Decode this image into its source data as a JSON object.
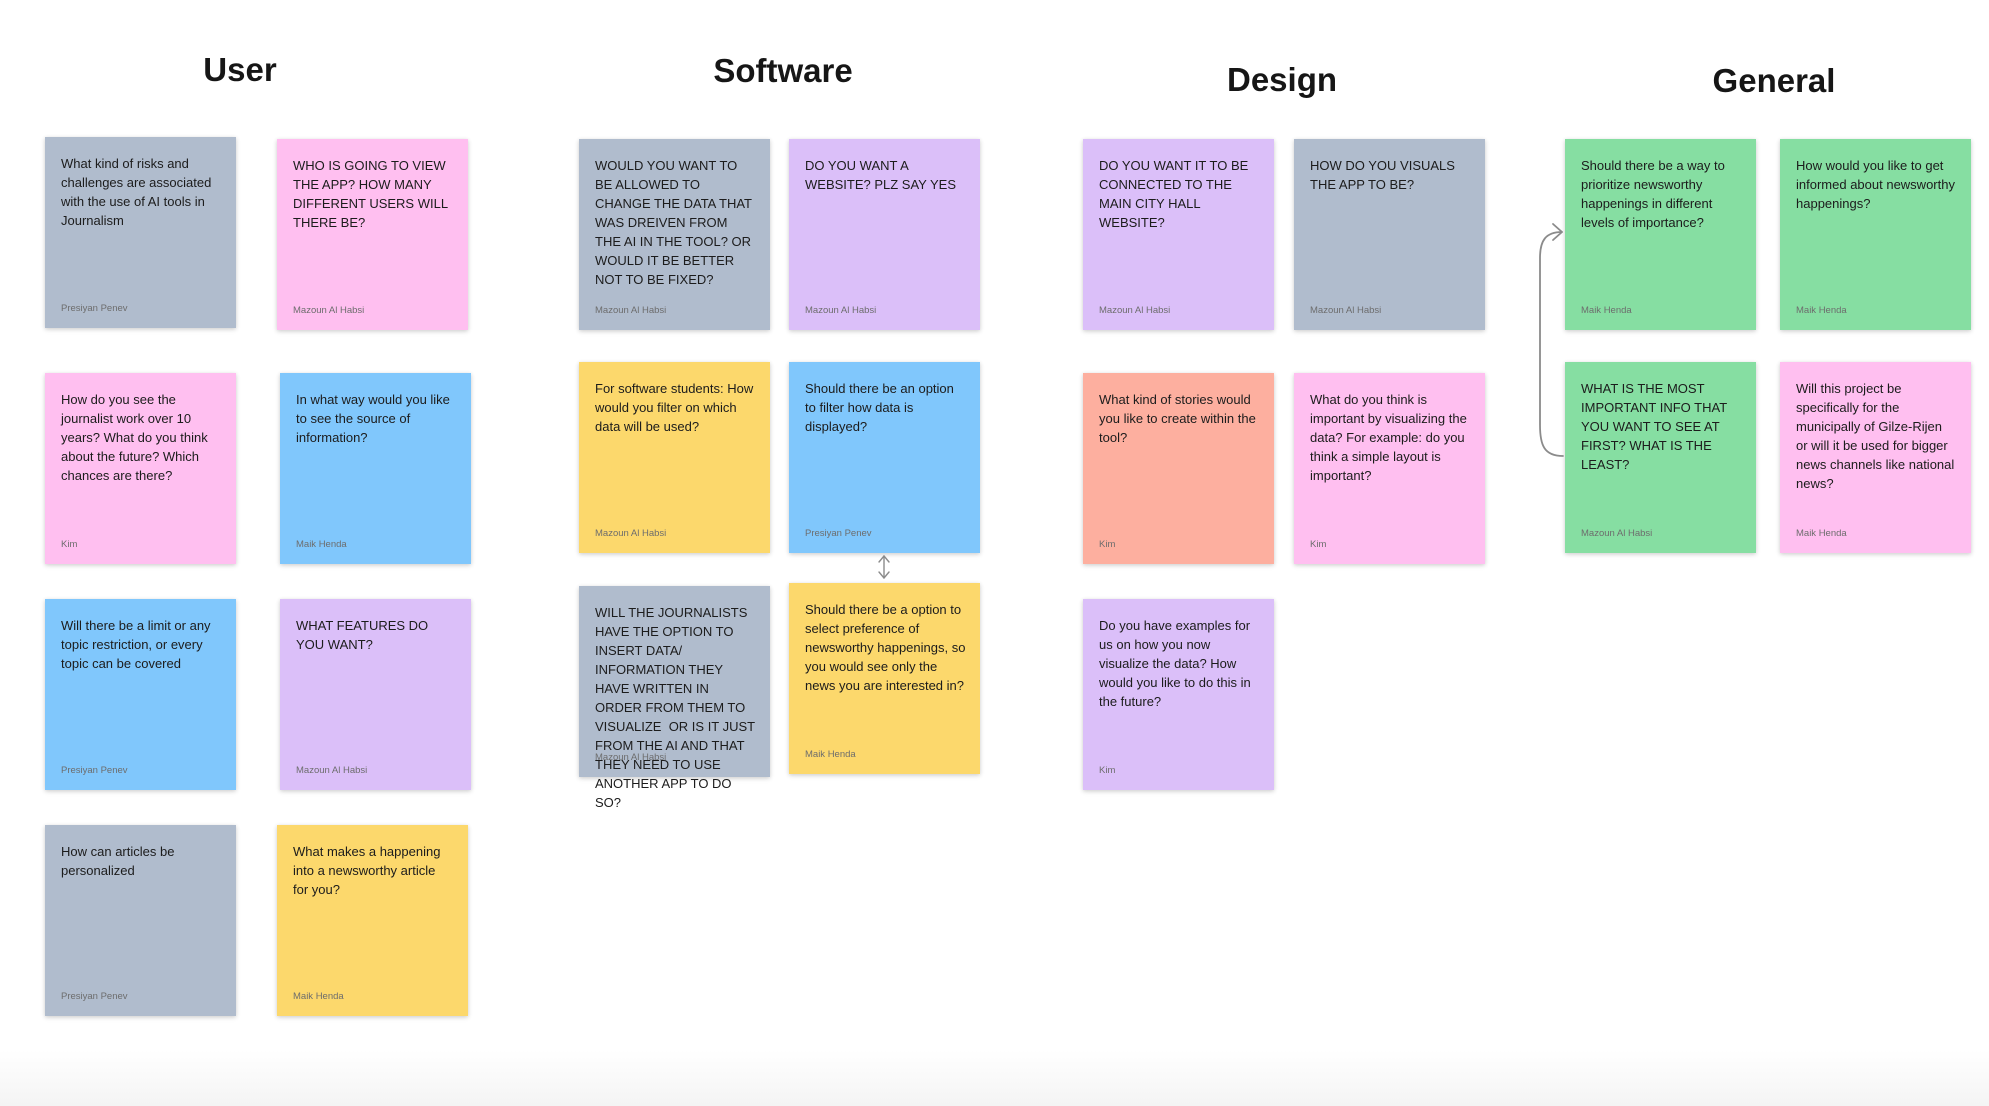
{
  "colors": {
    "gray": "#b0bccd",
    "pink": "#ffbff0",
    "blue": "#80c7fc",
    "purple": "#dbbff9",
    "yellow": "#fcd86c",
    "green": "#86dea2",
    "salmon": "#fdaf9f"
  },
  "sections": [
    {
      "title": "User",
      "notes": [
        {
          "text": "What kind of risks and challenges are associated with the use of AI tools in Journalism",
          "author": "Presiyan Penev",
          "color": "gray"
        },
        {
          "text": "WHO IS GOING TO VIEW THE APP? HOW MANY DIFFERENT USERS WILL THERE BE?",
          "author": "Mazoun Al Habsi",
          "color": "pink"
        },
        {
          "text": "How do you see the journalist work over 10 years? What do you think about the future? Which chances are there?",
          "author": "Kim",
          "color": "pink"
        },
        {
          "text": "In what way would you like to see the source of information?",
          "author": "Maik Henda",
          "color": "blue"
        },
        {
          "text": "Will there be a limit or any topic restriction, or every topic can be covered",
          "author": "Presiyan Penev",
          "color": "blue"
        },
        {
          "text": "WHAT FEATURES DO YOU WANT?",
          "author": "Mazoun Al Habsi",
          "color": "purple"
        },
        {
          "text": "How can articles be personalized",
          "author": "Presiyan Penev",
          "color": "gray"
        },
        {
          "text": "What makes a happening into a newsworthy article for you?",
          "author": "Maik Henda",
          "color": "yellow"
        }
      ]
    },
    {
      "title": "Software",
      "notes": [
        {
          "text": "WOULD YOU WANT TO BE ALLOWED TO CHANGE THE DATA THAT WAS DREIVEN FROM THE AI IN THE TOOL? OR WOULD IT BE BETTER NOT TO BE FIXED?",
          "author": "Mazoun Al Habsi",
          "color": "gray"
        },
        {
          "text": "DO YOU WANT A WEBSITE? PLZ SAY YES",
          "author": "Mazoun Al Habsi",
          "color": "purple"
        },
        {
          "text": "For software students: How would you filter on which data will be used?",
          "author": "Mazoun Al Habsi",
          "color": "yellow"
        },
        {
          "text": "Should there be an option to filter how data is displayed?",
          "author": "Presiyan Penev",
          "color": "blue"
        },
        {
          "text": "WILL THE JOURNALISTS HAVE THE OPTION TO INSERT DATA/ INFORMATION THEY HAVE WRITTEN IN ORDER FROM THEM TO VISUALIZE  OR IS IT JUST FROM THE AI AND THAT THEY NEED TO USE ANOTHER APP TO DO SO?",
          "author": "Mazoun Al Habsi",
          "color": "gray"
        },
        {
          "text": "Should there be a option to select preference of newsworthy happenings, so you would see only the news you are interested in?",
          "author": "Maik Henda",
          "color": "yellow"
        }
      ]
    },
    {
      "title": "Design",
      "notes": [
        {
          "text": "DO YOU WANT IT TO BE CONNECTED TO THE MAIN CITY HALL WEBSITE?",
          "author": "Mazoun Al Habsi",
          "color": "purple"
        },
        {
          "text": "HOW DO YOU VISUALS THE APP TO BE?",
          "author": "Mazoun Al Habsi",
          "color": "gray"
        },
        {
          "text": "What kind of stories would you like to create within the tool?",
          "author": "Kim",
          "color": "salmon"
        },
        {
          "text": "What do you think is important by visualizing the data? For example: do you think a simple layout is important?",
          "author": "Kim",
          "color": "pink"
        },
        {
          "text": "Do you have examples for us on how you now visualize the data? How would you like to do this in the future?",
          "author": "Kim",
          "color": "purple"
        }
      ]
    },
    {
      "title": "General",
      "notes": [
        {
          "text": "Should there be a way to prioritize newsworthy happenings in different levels of importance?",
          "author": "Maik Henda",
          "color": "green"
        },
        {
          "text": "How would you like to get informed about newsworthy happenings?",
          "author": "Maik Henda",
          "color": "green"
        },
        {
          "text": "WHAT IS THE MOST IMPORTANT INFO THAT YOU WANT TO SEE AT FIRST? WHAT IS THE LEAST?",
          "author": "Mazoun Al Habsi",
          "color": "green"
        },
        {
          "text": "Will this project be specifically for the municipally of Gilze-Rijen or will it be used for bigger news channels like national news?",
          "author": "Maik Henda",
          "color": "pink"
        }
      ]
    }
  ]
}
